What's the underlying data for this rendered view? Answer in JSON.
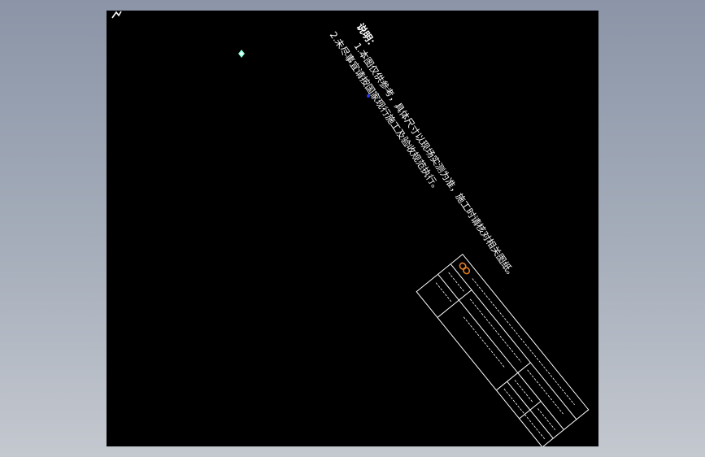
{
  "notes": {
    "heading": "说明：",
    "line1": "1.本图仅供参考，具体尺寸以现场实测为准，施工时请核对相关图纸。",
    "line2": "2.未尽事宜请按国家现行施工及验收规范执行。"
  },
  "colors": {
    "canvas": "#000000",
    "workspace": "#9aa3b2",
    "logo": "#e67e22",
    "marker": "#7fffd4",
    "accent_dot": "#2233ff"
  }
}
